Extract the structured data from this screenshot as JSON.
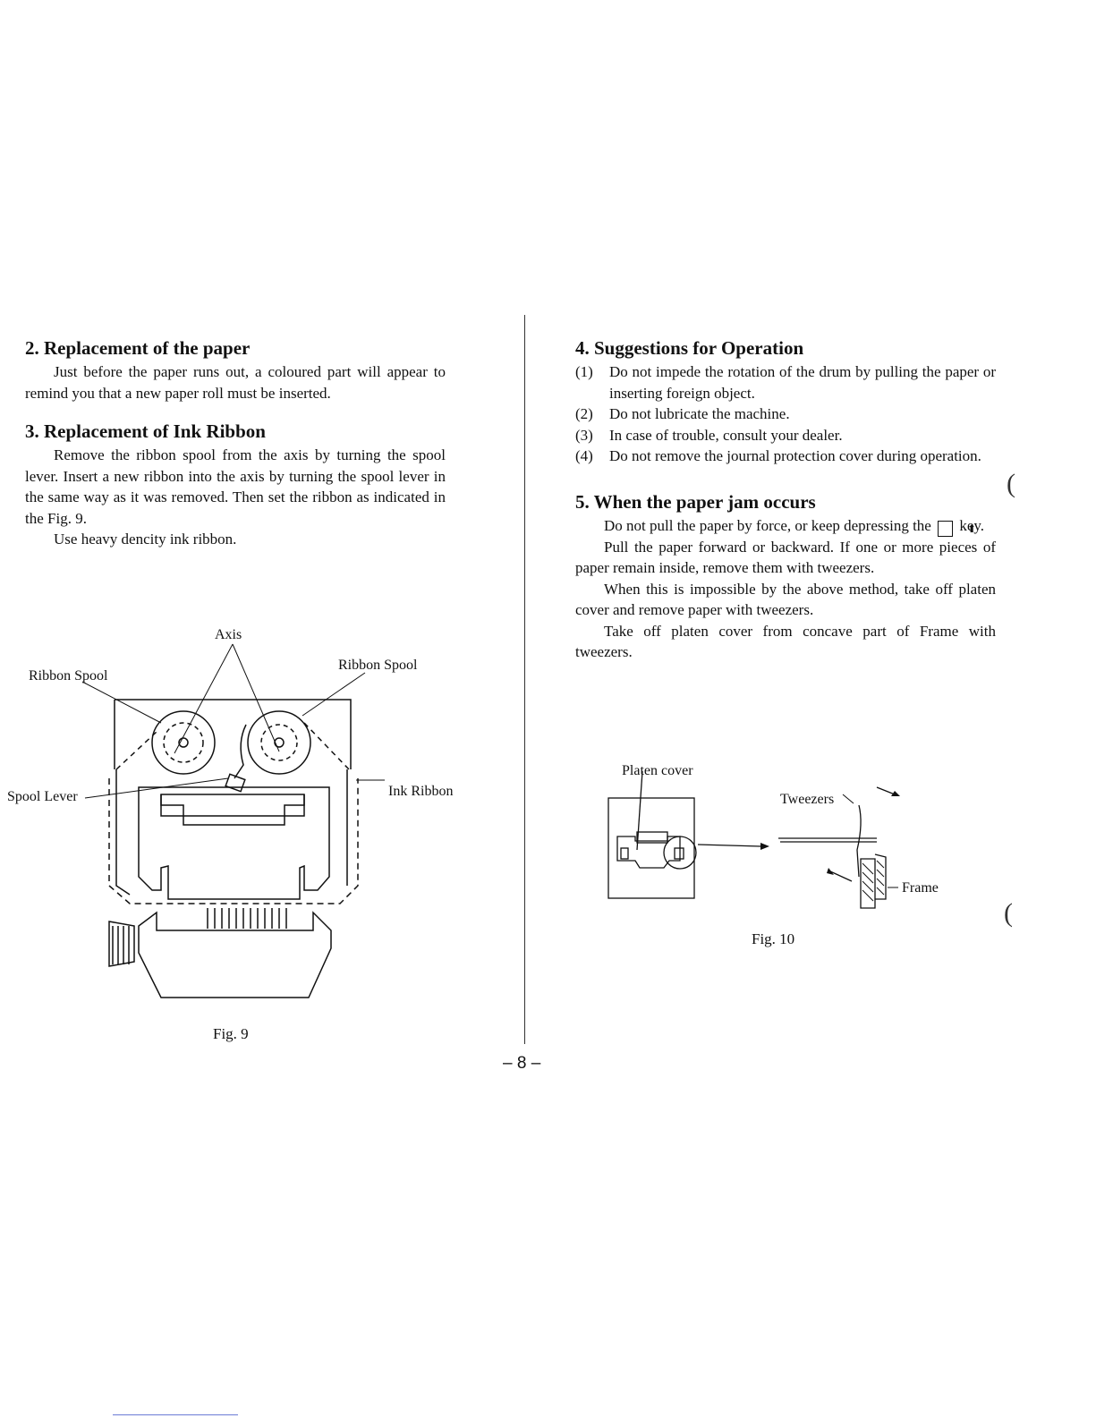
{
  "sections": {
    "s2": {
      "heading": "2. Replacement of the paper",
      "body": "Just before the paper runs out, a coloured part will appear to remind you that a new paper roll must be inserted."
    },
    "s3": {
      "heading": "3. Replacement of Ink Ribbon",
      "body1": "Remove the ribbon spool from the axis by turning the spool lever. Insert a new ribbon into the axis by turning the spool lever in the same way as it was removed. Then set the ribbon as indicated in the Fig. 9.",
      "body2": "Use heavy dencity ink ribbon."
    },
    "s4": {
      "heading": "4. Suggestions for Operation",
      "items": [
        {
          "num": "(1)",
          "text": "Do not impede the rotation of the drum by pulling the paper or inserting foreign object."
        },
        {
          "num": "(2)",
          "text": "Do not lubricate the machine."
        },
        {
          "num": "(3)",
          "text": "In case of trouble, consult your dealer."
        },
        {
          "num": "(4)",
          "text": "Do not remove the journal protection cover during operation."
        }
      ]
    },
    "s5": {
      "heading": "5. When the paper jam occurs",
      "p1_before": "Do not pull the paper by force, or keep depressing the",
      "p1_key": "⬆",
      "p1_after": "key.",
      "p2": "Pull the paper forward or backward. If one or more pieces of paper remain inside, remove them with tweezers.",
      "p3": "When this is impossible by the above method, take off platen cover and remove paper with tweezers.",
      "p4": "Take off platen cover from concave part of Frame with tweezers."
    }
  },
  "fig9": {
    "caption": "Fig. 9",
    "labels": {
      "axis": "Axis",
      "ribbon_spool_left": "Ribbon Spool",
      "ribbon_spool_right": "Ribbon Spool",
      "spool_lever": "Spool Lever",
      "ink_ribbon": "Ink Ribbon"
    }
  },
  "fig10": {
    "caption": "Fig. 10",
    "labels": {
      "platen_cover": "Platen cover",
      "tweezers": "Tweezers",
      "frame": "Frame"
    }
  },
  "page_number": "– 8 –",
  "stray_marks": [
    "(",
    "("
  ]
}
